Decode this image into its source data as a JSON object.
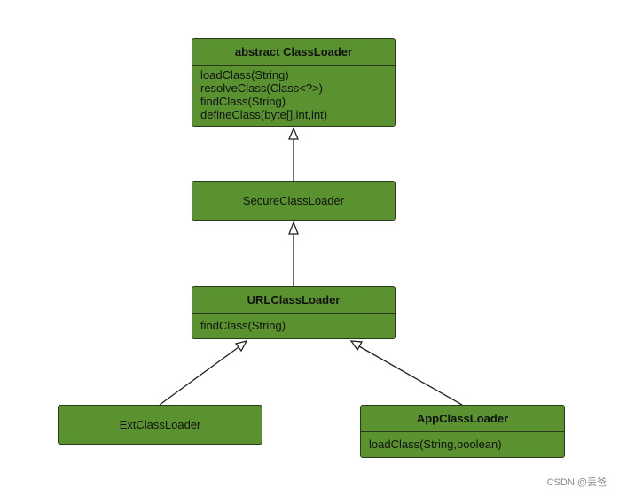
{
  "classes": {
    "classloader": {
      "name": "abstract ClassLoader",
      "methods": [
        "loadClass(String)",
        "resolveClass(Class<?>)",
        "findClass(String)",
        "defineClass(byte[],int,int)"
      ]
    },
    "secure": {
      "name": "SecureClassLoader"
    },
    "url": {
      "name": "URLClassLoader",
      "methods": [
        "findClass(String)"
      ]
    },
    "ext": {
      "name": "ExtClassLoader"
    },
    "app": {
      "name": "AppClassLoader",
      "methods": [
        "loadClass(String,boolean)"
      ]
    }
  },
  "relations": [
    {
      "from": "secure",
      "to": "classloader",
      "type": "inheritance"
    },
    {
      "from": "url",
      "to": "secure",
      "type": "inheritance"
    },
    {
      "from": "ext",
      "to": "url",
      "type": "inheritance"
    },
    {
      "from": "app",
      "to": "url",
      "type": "inheritance"
    }
  ],
  "watermark": "CSDN @丢爸",
  "colors": {
    "box_fill": "#5a922f",
    "box_border": "#2a3a1a",
    "line": "#222222"
  }
}
